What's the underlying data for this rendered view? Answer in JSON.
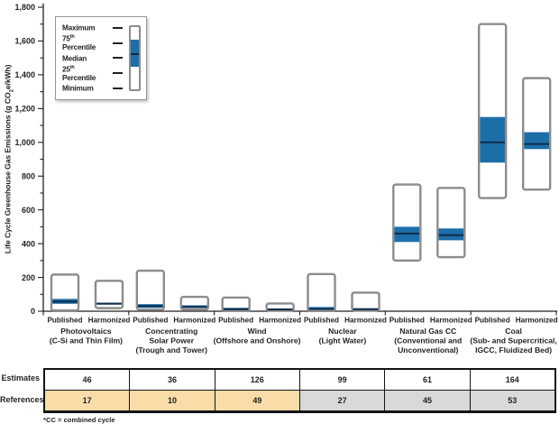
{
  "chart_data": {
    "type": "boxplot",
    "title": "",
    "ylabel": {
      "pre": "Life Cycle Greenhouse Gas Emissions (g CO",
      "sub": "2",
      "post": "e/kWh)"
    },
    "ylim": [
      0,
      1800
    ],
    "ytick_major": 200,
    "ytick_minor": 100,
    "grid": false,
    "bar_labels": [
      "Published",
      "Harmonized"
    ],
    "groups": [
      {
        "name_lines": [
          "Photovoltaics",
          "(C-Si and Thin Film)"
        ],
        "published": {
          "min": 5,
          "q1": 44,
          "median": 57,
          "q3": 73,
          "max": 217
        },
        "harmonized": {
          "min": 18,
          "q1": 39,
          "median": 45,
          "q3": 49,
          "max": 180
        },
        "estimates": 46,
        "references": 17,
        "references_highlight": true
      },
      {
        "name_lines": [
          "Concentrating",
          "Solar Power",
          "(Trough and Tower)"
        ],
        "published": {
          "min": 9,
          "q1": 20,
          "median": 30,
          "q3": 42,
          "max": 240
        },
        "harmonized": {
          "min": 10,
          "q1": 20,
          "median": 25,
          "q3": 35,
          "max": 85
        },
        "estimates": 36,
        "references": 10,
        "references_highlight": true
      },
      {
        "name_lines": [
          "Wind",
          "(Offshore and Onshore)"
        ],
        "published": {
          "min": 2,
          "q1": 8,
          "median": 12,
          "q3": 20,
          "max": 81
        },
        "harmonized": {
          "min": 3,
          "q1": 8,
          "median": 11,
          "q3": 14,
          "max": 46
        },
        "estimates": 126,
        "references": 49,
        "references_highlight": true
      },
      {
        "name_lines": [
          "Nuclear",
          "(Light Water)"
        ],
        "published": {
          "min": 1,
          "q1": 9,
          "median": 13,
          "q3": 25,
          "max": 220
        },
        "harmonized": {
          "min": 4,
          "q1": 9,
          "median": 12,
          "q3": 17,
          "max": 110
        },
        "estimates": 99,
        "references": 27,
        "references_highlight": false
      },
      {
        "name_lines": [
          "Natural Gas CC",
          "(Conventional and",
          "Unconventional)"
        ],
        "published": {
          "min": 300,
          "q1": 410,
          "median": 460,
          "q3": 500,
          "max": 750
        },
        "harmonized": {
          "min": 320,
          "q1": 420,
          "median": 450,
          "q3": 490,
          "max": 730
        },
        "estimates": 61,
        "references": 45,
        "references_highlight": false
      },
      {
        "name_lines": [
          "Coal",
          "(Sub- and Supercritical,",
          "IGCC, Fluidized Bed)"
        ],
        "published": {
          "min": 670,
          "q1": 880,
          "median": 1000,
          "q3": 1150,
          "max": 1700
        },
        "harmonized": {
          "min": 720,
          "q1": 960,
          "median": 990,
          "q3": 1060,
          "max": 1380
        },
        "estimates": 164,
        "references": 53,
        "references_highlight": false
      }
    ]
  },
  "legend": {
    "items": [
      {
        "pre": "Maximum",
        "sup": "",
        "post": ""
      },
      {
        "pre": "75",
        "sup": "th",
        "post": " Percentile"
      },
      {
        "pre": "Median",
        "sup": "",
        "post": ""
      },
      {
        "pre": "25",
        "sup": "th",
        "post": " Percentile"
      },
      {
        "pre": "Minimum",
        "sup": "",
        "post": ""
      }
    ]
  },
  "table": {
    "row_labels": [
      "Estimates",
      "References"
    ],
    "footnote": "*CC = combined cycle"
  },
  "colors": {
    "iqr_blue": "#1C6EA8",
    "median_navy": "#0C2B4A",
    "box_border": "#8C8C8C",
    "axis": "#231F20",
    "renewables_cell_bg": "#F9DCA8",
    "fossil_cell_bg": "#D9D9D9"
  }
}
